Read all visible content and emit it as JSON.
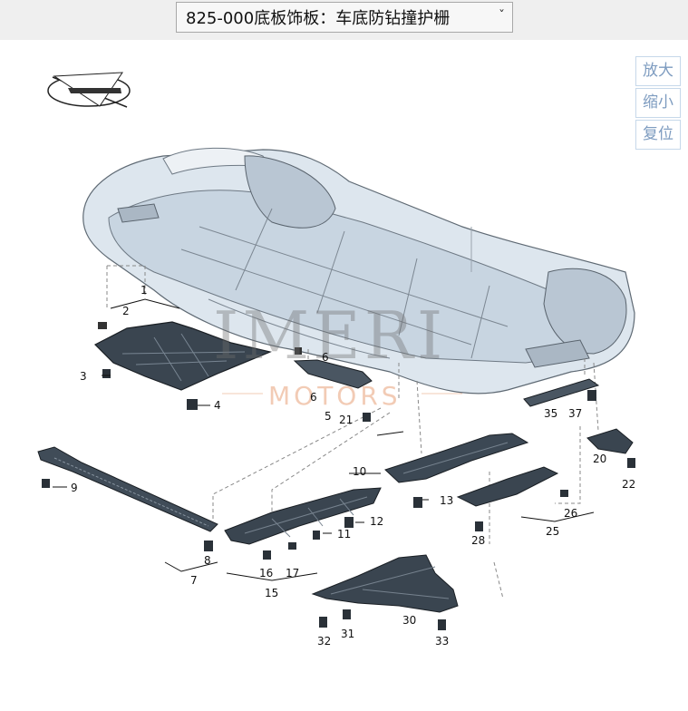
{
  "header": {
    "part_select_value": "825-000底板饰板：车底防钻撞护栅",
    "dropdown_arrow": "ˇ"
  },
  "zoom": {
    "zoom_in": "放大",
    "zoom_out": "缩小",
    "reset": "复位"
  },
  "watermark": {
    "brand": "IMERI",
    "sub": "MOTORS"
  },
  "callouts": [
    "1",
    "2",
    "3",
    "4",
    "5",
    "6",
    "6",
    "7",
    "8",
    "9",
    "10",
    "11",
    "12",
    "13",
    "15",
    "16",
    "17",
    "20",
    "21",
    "22",
    "25",
    "26",
    "28",
    "30",
    "31",
    "32",
    "33",
    "35",
    "37"
  ]
}
